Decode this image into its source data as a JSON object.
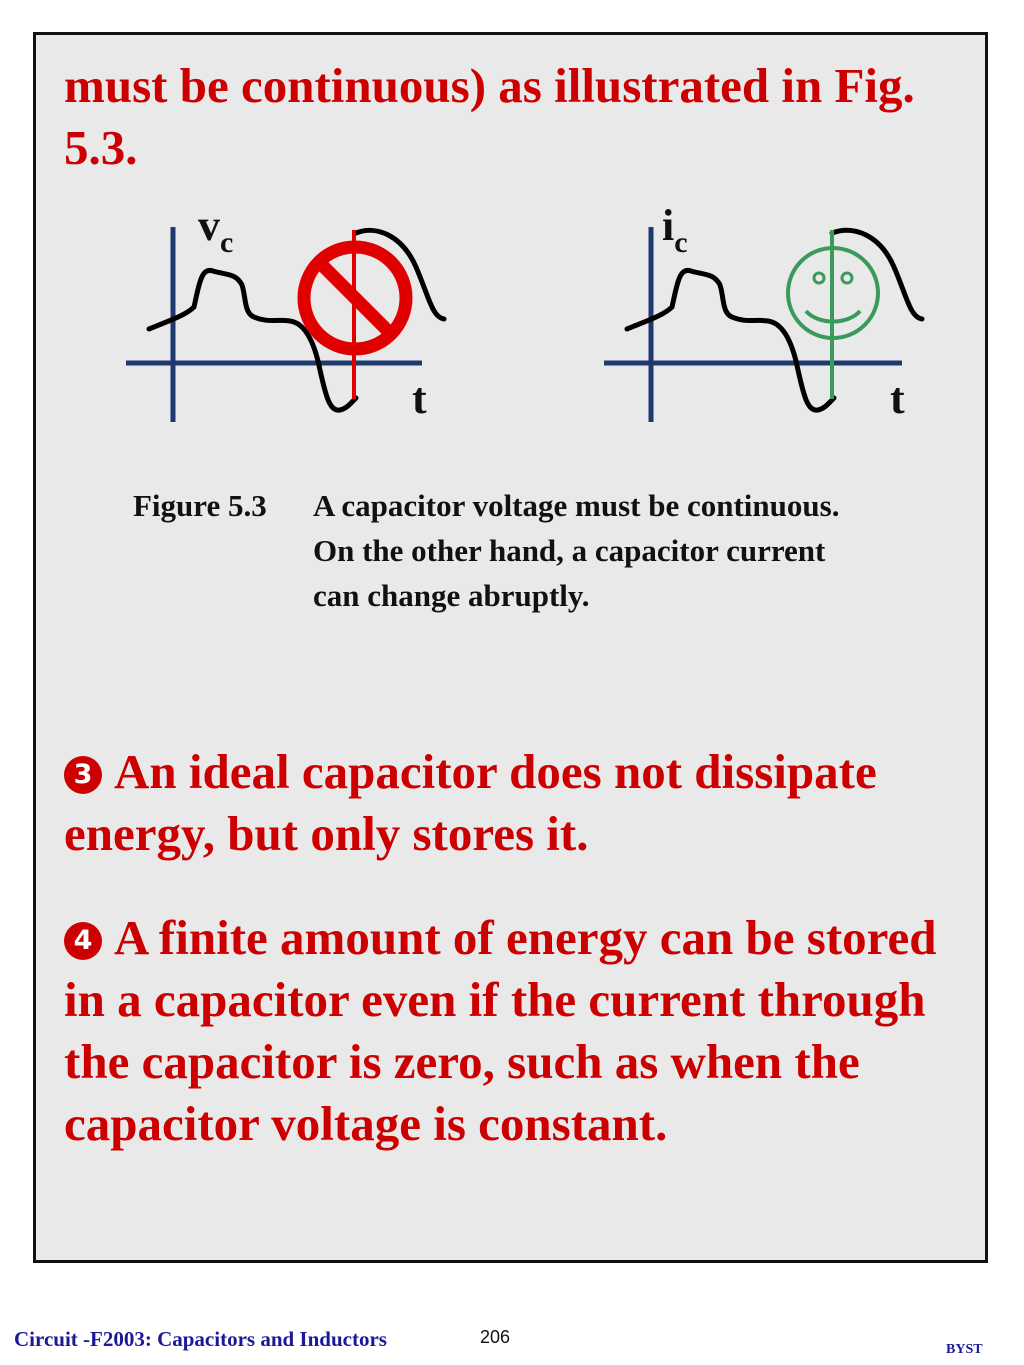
{
  "intro_text": "must be continuous) as illustrated in Fig. 5.3.",
  "figure": {
    "left_plot": {
      "ylabel_main": "v",
      "ylabel_sub": "c",
      "xlabel": "t",
      "marker": "prohibition-sign"
    },
    "right_plot": {
      "ylabel_main": "i",
      "ylabel_sub": "c",
      "xlabel": "t",
      "marker": "smiley-face"
    },
    "colors": {
      "axis": "#1f3a6e",
      "curve": "#000000",
      "prohibit": "#e00000",
      "smiley": "#3a9a5a"
    }
  },
  "caption": {
    "label": "Figure 5.3",
    "text": "A capacitor voltage must be continuous.  On the other hand, a capacitor current can change abruptly."
  },
  "bullets": [
    {
      "number": "3",
      "text": "An ideal capacitor does not dissipate energy, but only stores it."
    },
    {
      "number": "4",
      "text": "A finite amount of energy can be stored in a capacitor even if the current through the capacitor is zero, such as when the capacitor voltage is constant."
    }
  ],
  "footer": {
    "title": "Circuit -F2003: Capacitors and Inductors",
    "page": "206",
    "tag": "BYST"
  },
  "theme": {
    "text_red": "#cc0000",
    "footer_blue": "#1a1a99",
    "panel_bg": "#e9e9e9"
  }
}
